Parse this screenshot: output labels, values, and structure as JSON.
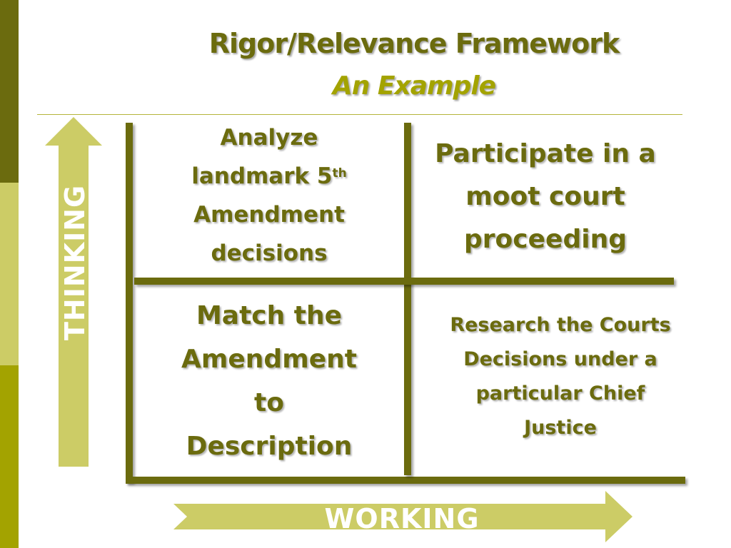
{
  "slide": {
    "title": "Rigor/Relevance Framework",
    "subtitle": "An Example"
  },
  "axes": {
    "vertical_label": "THINKING",
    "horizontal_label": "WORKING"
  },
  "quadrants": {
    "top_left": {
      "line1": "Analyze",
      "line2": "landmark 5",
      "line2_sup": "th",
      "line3": "Amendment",
      "line4": "decisions"
    },
    "top_right": {
      "line1": "Participate in a",
      "line2": "moot court",
      "line3": "proceeding"
    },
    "bottom_left": {
      "line1": "Match the",
      "line2": "Amendment",
      "line3": "to",
      "line4": "Description"
    },
    "bottom_right": {
      "line1": "Research the Courts",
      "line2": "Decisions under a",
      "line3": "particular Chief",
      "line4": "Justice"
    }
  },
  "colors": {
    "dark_olive": "#6b6b0e",
    "light_olive": "#cccc66",
    "olive": "#a3a300"
  }
}
